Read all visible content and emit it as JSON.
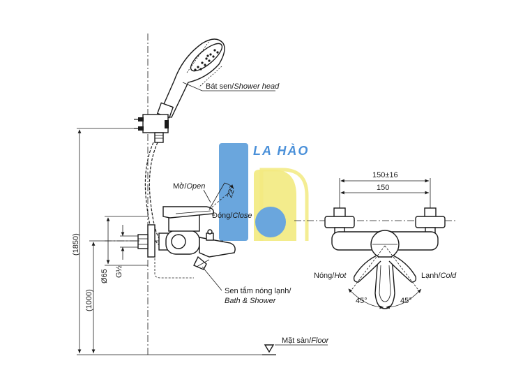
{
  "labels": {
    "shower_head": "Bát sen/Shower head",
    "open": "Mở/Open",
    "close": "Đóng/Close",
    "bath_shower_1": "Sen tắm nóng lạnh/",
    "bath_shower_2": "Bath & Shower",
    "floor": "Mặt sàn/Floor",
    "hot": "Nóng/Hot",
    "cold": "Lạnh/Cold"
  },
  "dimensions": {
    "total_height": "(1850)",
    "mixer_height": "(1000)",
    "diameter": "Ø65",
    "thread": "G½",
    "angle_lever": "22°",
    "spacing_tolerance": "150±16",
    "spacing": "150",
    "angle_left": "45°",
    "angle_right": "45°"
  },
  "watermark": {
    "text": "LA HÀO",
    "colors": {
      "blue": "#6aa6dd",
      "yellow": "#f2ea80",
      "text": "#4a90d9"
    }
  }
}
